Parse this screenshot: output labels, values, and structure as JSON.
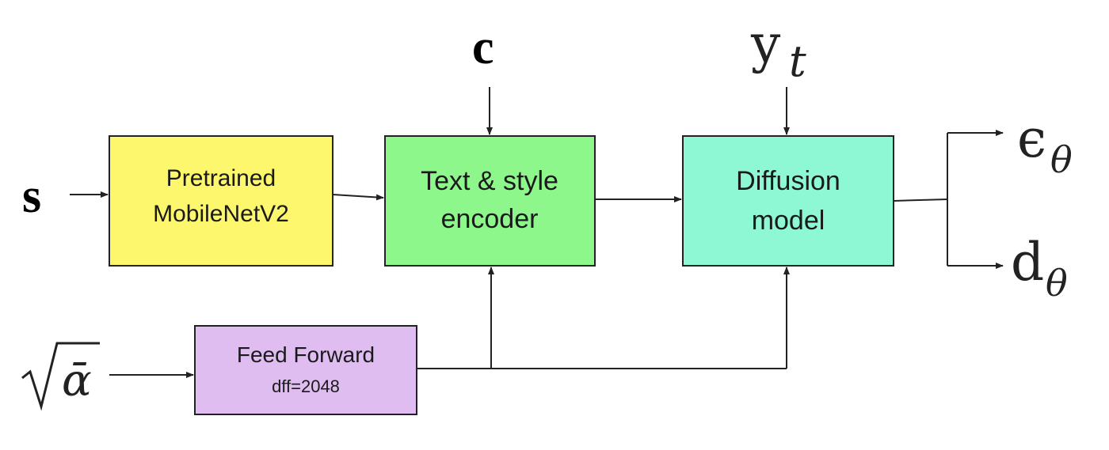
{
  "inputs": {
    "s": "s",
    "c": "c",
    "y": "y",
    "y_sub": "t",
    "alpha": "ᾱ"
  },
  "outputs": {
    "eps": "ϵ",
    "eps_sub": "θ",
    "d": "d",
    "d_sub": "θ"
  },
  "blocks": {
    "mobilenet": {
      "line1": "Pretrained",
      "line2": "MobileNetV2",
      "color": "#fdf76e"
    },
    "encoder": {
      "line1": "Text & style",
      "line2": "encoder",
      "color": "#8ef78c"
    },
    "diffusion": {
      "line1": "Diffusion",
      "line2": "model",
      "color": "#8ef8d5"
    },
    "feedforward": {
      "line1": "Feed Forward",
      "line2": "dff=2048",
      "color": "#e0bdf0"
    }
  }
}
